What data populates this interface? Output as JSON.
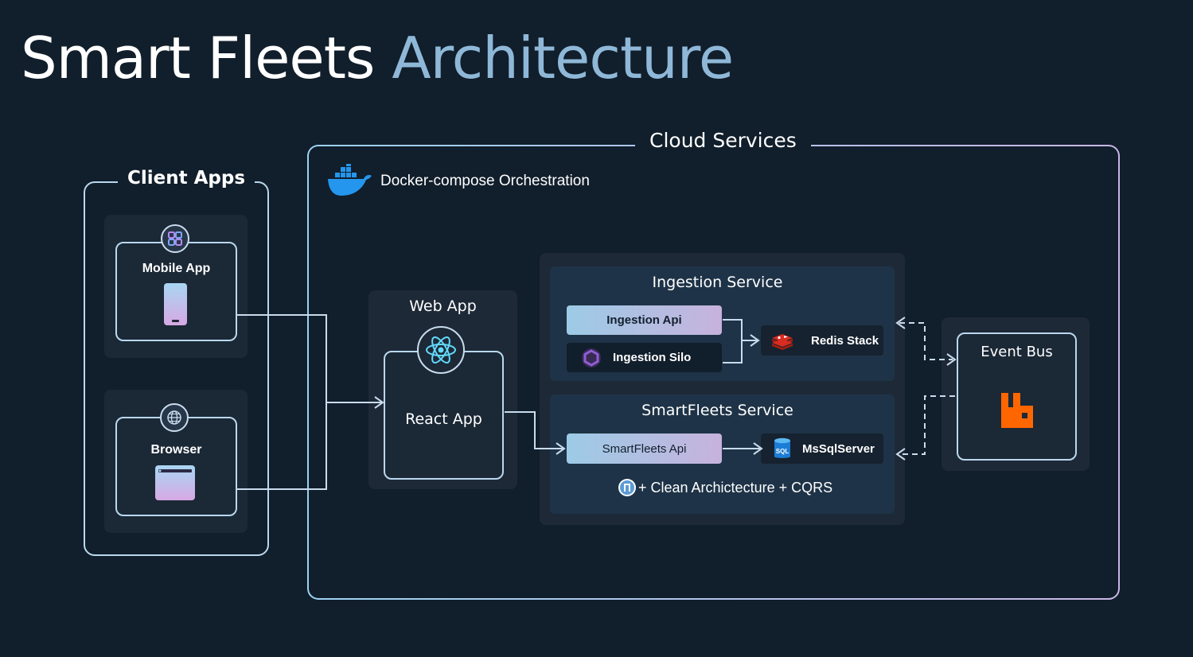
{
  "title": {
    "part1": "Smart Fleets",
    "part2": "Architecture"
  },
  "client_apps": {
    "label": "Client Apps",
    "mobile": {
      "label": "Mobile App",
      "icon": "app-grid-icon",
      "device_icon": "phone-icon"
    },
    "browser": {
      "label": "Browser",
      "icon": "globe-icon",
      "device_icon": "browser-window-icon"
    }
  },
  "cloud": {
    "label": "Cloud Services",
    "orchestration": {
      "label": "Docker-compose Orchestration",
      "icon": "docker-whale-icon"
    }
  },
  "web_app": {
    "label": "Web App",
    "inner_label": "React App",
    "icon": "react-icon"
  },
  "ingestion_service": {
    "title": "Ingestion Service",
    "api": "Ingestion Api",
    "silo": {
      "label": "Ingestion Silo",
      "icon": "orleans-hexagon-icon"
    },
    "cache": {
      "label": "Redis Stack",
      "icon": "redis-icon"
    }
  },
  "smartfleets_service": {
    "title": "SmartFleets Service",
    "api": "SmartFleets Api",
    "db": {
      "label": "MsSqlServer",
      "icon": "sql-database-icon"
    },
    "footer": "+ Clean Archictecture + CQRS",
    "footer_icon": "dotnet-icon"
  },
  "event_bus": {
    "label": "Event Bus",
    "icon": "rabbitmq-icon"
  },
  "colors": {
    "background": "#111e2b",
    "title_accent": "#8fb8d8",
    "frame": "#b9d8ee",
    "gradient_start": "#9ccbe6",
    "gradient_end": "#c7b2dd",
    "rabbitmq": "#ff6600",
    "redis": "#d82c20"
  }
}
